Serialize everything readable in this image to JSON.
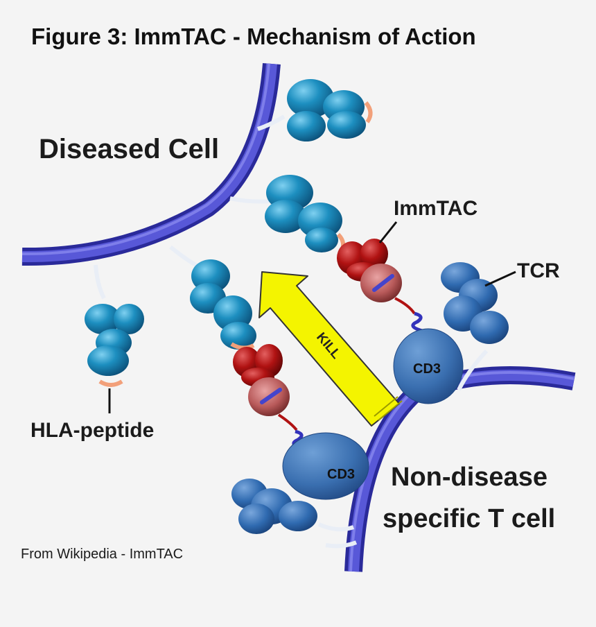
{
  "figure": {
    "title": "Figure 3: ImmTAC - Mechanism of Action",
    "caption": "From Wikipedia - ImmTAC"
  },
  "labels": {
    "diseased_cell": "Diseased Cell",
    "immtac": "ImmTAC",
    "tcr": "TCR",
    "kill": "KILL",
    "cd3_upper": "CD3",
    "cd3_lower": "CD3",
    "hla_peptide": "HLA-peptide",
    "t_cell_line1": "Non-disease",
    "t_cell_line2": "specific T cell"
  },
  "colors": {
    "membrane": "#3f3fc4",
    "hla": "#1d8fc0",
    "immtac": "#b01212",
    "cd3": "#3f76b8",
    "tcr": "#2f6ab0",
    "kill_arrow": "#f4f400",
    "peptide": "#f2a07a"
  }
}
